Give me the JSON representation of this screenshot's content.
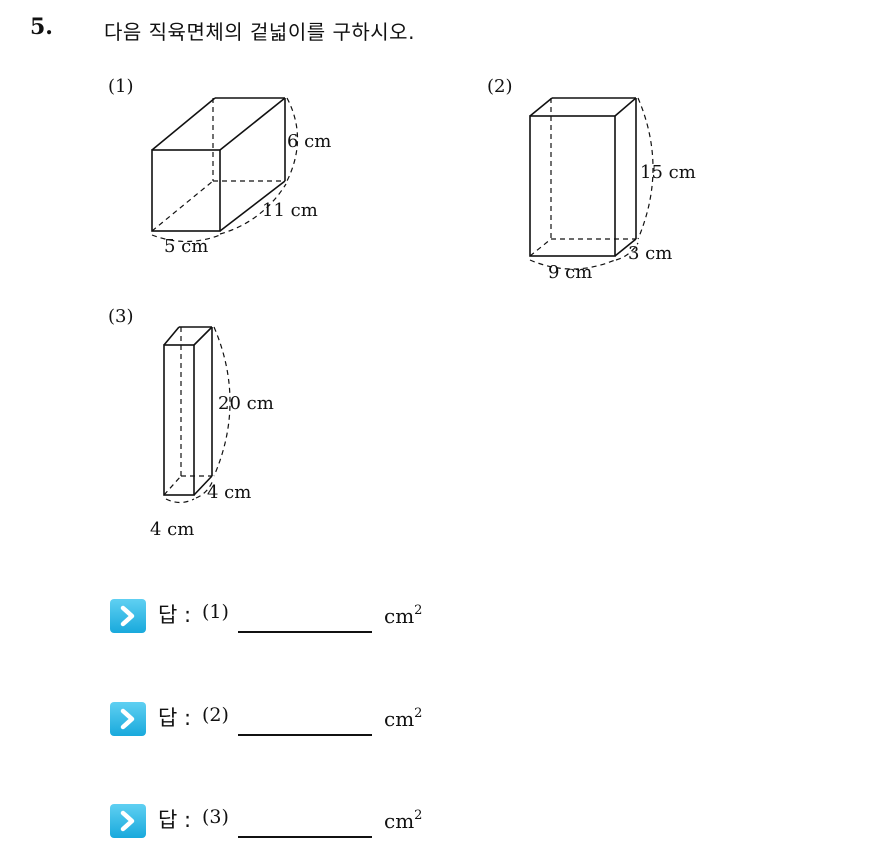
{
  "question": {
    "number": "5.",
    "prompt": "다음 직육면체의 겉넓이를 구하시오."
  },
  "figures": [
    {
      "label": "(1)",
      "dims": {
        "height": "6 cm",
        "depth": "11 cm",
        "width": "5 cm"
      }
    },
    {
      "label": "(2)",
      "dims": {
        "height": "15 cm",
        "depth": "3 cm",
        "width": "9 cm"
      }
    },
    {
      "label": "(3)",
      "dims": {
        "height": "20 cm",
        "depth": "4 cm",
        "width": "4 cm"
      }
    }
  ],
  "answers": [
    {
      "label": "답 :",
      "num": "(1)",
      "unit": "cm",
      "exp": "2"
    },
    {
      "label": "답 :",
      "num": "(2)",
      "unit": "cm",
      "exp": "2"
    },
    {
      "label": "답 :",
      "num": "(3)",
      "unit": "cm",
      "exp": "2"
    }
  ],
  "colors": {
    "arrow_icon_top": "#5fd0f2",
    "arrow_icon_bottom": "#19a9dc",
    "ink": "#111111"
  },
  "icons": {
    "answer": "chevron-right-icon"
  }
}
